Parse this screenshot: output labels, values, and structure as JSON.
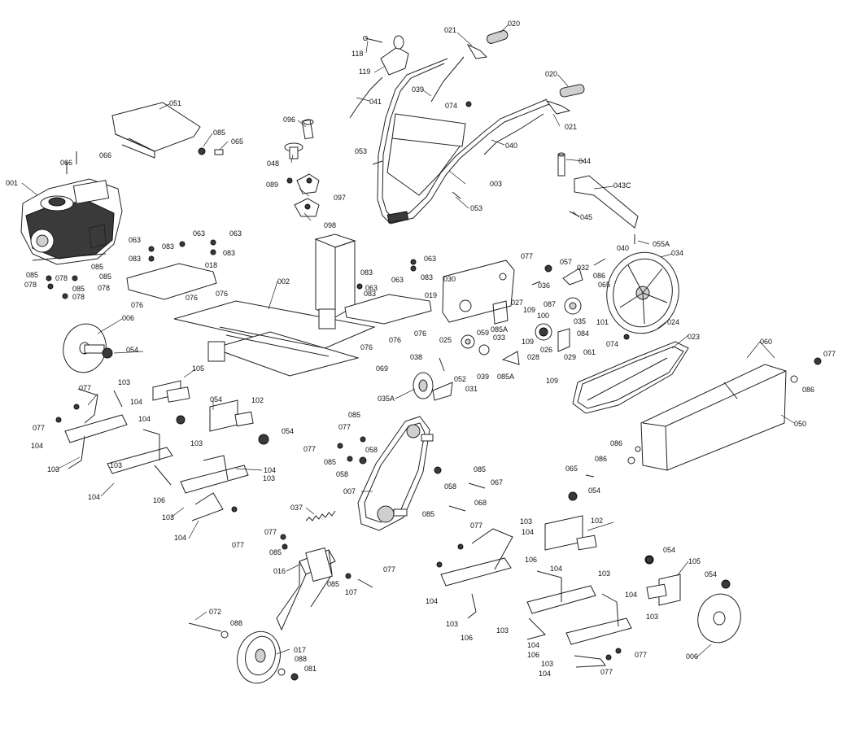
{
  "labels": {
    "p001": "001",
    "p002": "002",
    "p003": "003",
    "p006a": "006",
    "p006b": "006",
    "p007": "007",
    "p016": "016",
    "p017": "017",
    "p018": "018",
    "p019": "019",
    "p020a": "020",
    "p020b": "020",
    "p021a": "021",
    "p021b": "021",
    "p023": "023",
    "p024": "024",
    "p025": "025",
    "p026": "026",
    "p027": "027",
    "p028": "028",
    "p029": "029",
    "p030": "030",
    "p031": "031",
    "p032": "032",
    "p033": "033",
    "p034": "034",
    "p035": "035",
    "p035a": "035A",
    "p036": "036",
    "p037": "037",
    "p038": "038",
    "p039a": "039",
    "p039b": "039",
    "p040a": "040",
    "p040b": "040",
    "p041": "041",
    "p043c": "043C",
    "p044": "044",
    "p045": "045",
    "p048": "048",
    "p050": "050",
    "p051": "051",
    "p052": "052",
    "p053a": "053",
    "p053b": "053",
    "p054a": "054",
    "p054b": "054",
    "p054c": "054",
    "p054d": "054",
    "p054e": "054",
    "p055a": "055A",
    "p057": "057",
    "p058a": "058",
    "p058b": "058",
    "p058c": "058",
    "p059": "059",
    "p060": "060",
    "p061": "061",
    "p063a": "063",
    "p063b": "063",
    "p063c": "063",
    "p063d": "063",
    "p063e": "063",
    "p063f": "063",
    "p065a": "065",
    "p065b": "065",
    "p065c": "065",
    "p066a": "066",
    "p066b": "066",
    "p067": "067",
    "p068": "068",
    "p069": "069",
    "p072": "072",
    "p074a": "074",
    "p074b": "074",
    "p076a": "076",
    "p076b": "076",
    "p076c": "076",
    "p076d": "076",
    "p076e": "076",
    "p076f": "076",
    "p077a": "077",
    "p077b": "077",
    "p077c": "077",
    "p077d": "077",
    "p077e": "077",
    "p077f": "077",
    "p077g": "077",
    "p077h": "077",
    "p077i": "077",
    "p077j": "077",
    "p078a": "078",
    "p078b": "078",
    "p078c": "078",
    "p078d": "078",
    "p081": "081",
    "p083a": "083",
    "p083b": "083",
    "p083c": "083",
    "p083d": "083",
    "p083e": "083",
    "p083f": "083",
    "p084": "084",
    "p085a": "085",
    "p085b": "085",
    "p085c": "085",
    "p085d": "085",
    "p085e": "085",
    "p085f": "085",
    "p085g": "085",
    "p085h": "085",
    "p085i": "085",
    "p085aa": "085A",
    "p085ab": "085A",
    "p086a": "086",
    "p086b": "086",
    "p086c": "086",
    "p086d": "086",
    "p087": "087",
    "p088a": "088",
    "p088b": "088",
    "p089": "089",
    "p096": "096",
    "p097": "097",
    "p098": "098",
    "p100": "100",
    "p101": "101",
    "p102a": "102",
    "p102b": "102",
    "p103a": "103",
    "p103b": "103",
    "p103c": "103",
    "p103d": "103",
    "p103e": "103",
    "p103f": "103",
    "p103g": "103",
    "p103h": "103",
    "p103i": "103",
    "p103j": "103",
    "p103k": "103",
    "p104a": "104",
    "p104b": "104",
    "p104c": "104",
    "p104d": "104",
    "p104e": "104",
    "p104f": "104",
    "p104g": "104",
    "p104h": "104",
    "p104i": "104",
    "p104j": "104",
    "p104k": "104",
    "p104l": "104",
    "p105a": "105",
    "p105b": "105",
    "p106a": "106",
    "p106b": "106",
    "p106c": "106",
    "p106d": "106",
    "p107": "107",
    "p109a": "109",
    "p109b": "109",
    "p109c": "109",
    "p118": "118",
    "p119": "119"
  }
}
